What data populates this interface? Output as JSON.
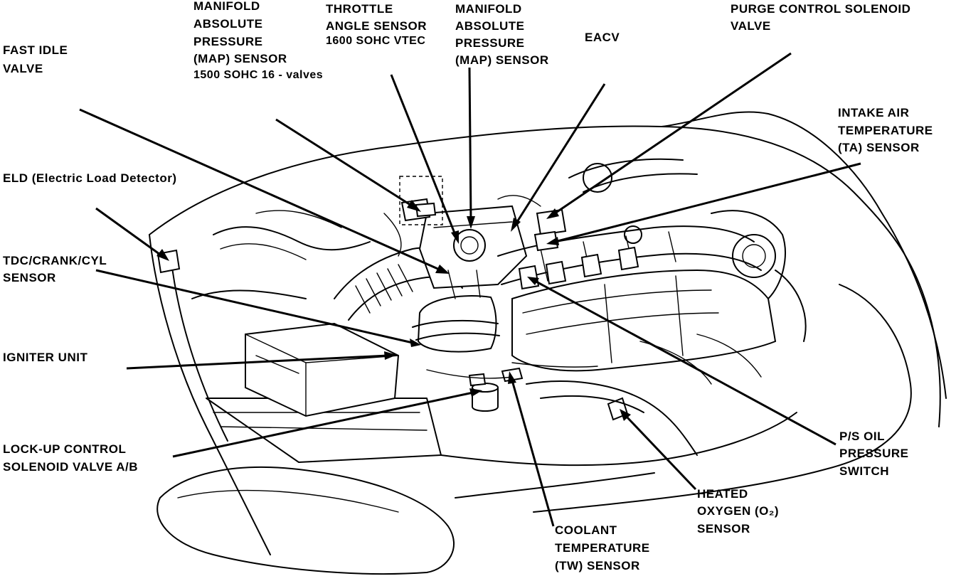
{
  "diagram": {
    "callouts": [
      {
        "id": "fast-idle-valve",
        "lines": [
          "FAST IDLE",
          "VALVE"
        ]
      },
      {
        "id": "map-sensor-1500",
        "lines": [
          "MANIFOLD",
          "ABSOLUTE",
          "PRESSURE",
          "(MAP) SENSOR",
          "1500 SOHC 16 - valves"
        ]
      },
      {
        "id": "throttle-angle-sensor",
        "lines": [
          "THROTTLE",
          "ANGLE SENSOR",
          "1600 SOHC VTEC"
        ]
      },
      {
        "id": "map-sensor",
        "lines": [
          "MANIFOLD",
          "ABSOLUTE",
          "PRESSURE",
          "(MAP) SENSOR"
        ]
      },
      {
        "id": "eacv",
        "lines": [
          "EACV"
        ]
      },
      {
        "id": "purge-control-solenoid-valve",
        "lines": [
          "PURGE CONTROL SOLENOID",
          "VALVE"
        ]
      },
      {
        "id": "intake-air-temperature-sensor",
        "lines": [
          "INTAKE AIR",
          "TEMPERATURE",
          "(TA) SENSOR"
        ]
      },
      {
        "id": "eld",
        "lines": [
          "ELD (Electric Load Detector)"
        ]
      },
      {
        "id": "tdc-crank-cyl-sensor",
        "lines": [
          "TDC/CRANK/CYL",
          "SENSOR"
        ]
      },
      {
        "id": "igniter-unit",
        "lines": [
          "IGNITER UNIT"
        ]
      },
      {
        "id": "lock-up-control-solenoid-valve",
        "lines": [
          "LOCK-UP CONTROL",
          "SOLENOID VALVE A/B"
        ]
      },
      {
        "id": "ps-oil-pressure-switch",
        "lines": [
          "P/S OIL",
          "PRESSURE",
          "SWITCH"
        ]
      },
      {
        "id": "heated-oxygen-sensor",
        "lines": [
          "HEATED",
          "OXYGEN (O₂)",
          "SENSOR"
        ]
      },
      {
        "id": "coolant-temperature-sensor",
        "lines": [
          "COOLANT",
          "TEMPERATURE",
          "(TW) SENSOR"
        ]
      }
    ]
  }
}
